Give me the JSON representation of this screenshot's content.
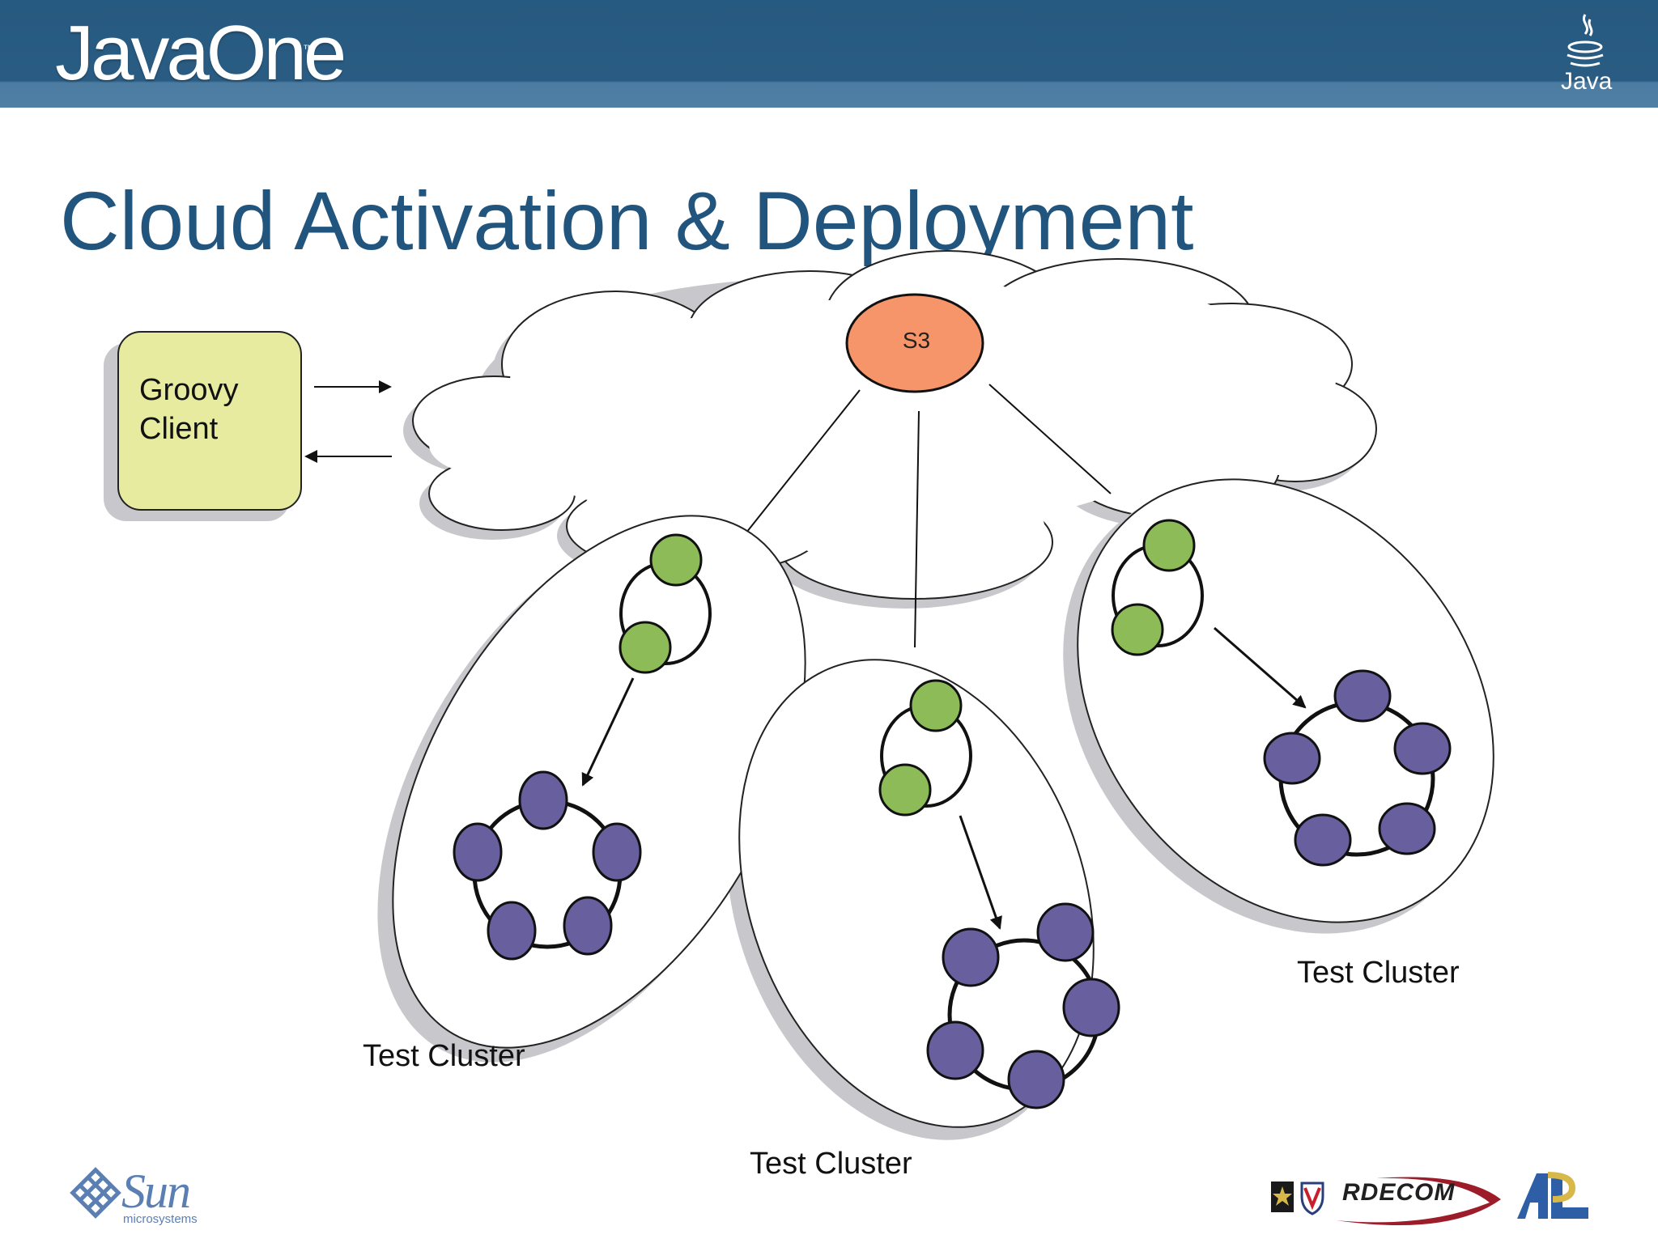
{
  "header": {
    "brand": "JavaOne",
    "brand_tm": "™",
    "java_logo_text": "Java"
  },
  "slide": {
    "title": "Cloud Activation & Deployment"
  },
  "diagram": {
    "client_label_line1": "Groovy",
    "client_label_line2": "Client",
    "storage_label": "S3",
    "clusters": [
      {
        "label": "Test Cluster"
      },
      {
        "label": "Test Cluster"
      },
      {
        "label": "Test Cluster"
      }
    ],
    "colors": {
      "client_fill": "#e6eba0",
      "storage_fill": "#f69569",
      "green_node": "#8cbb58",
      "purple_node": "#675f9e",
      "shadow": "#c8c8cc"
    }
  },
  "footer": {
    "sun_logo_text": "Sun",
    "sun_sub_text": "microsystems",
    "rdecom_text": "RDECOM",
    "arl_text": "ARL"
  }
}
